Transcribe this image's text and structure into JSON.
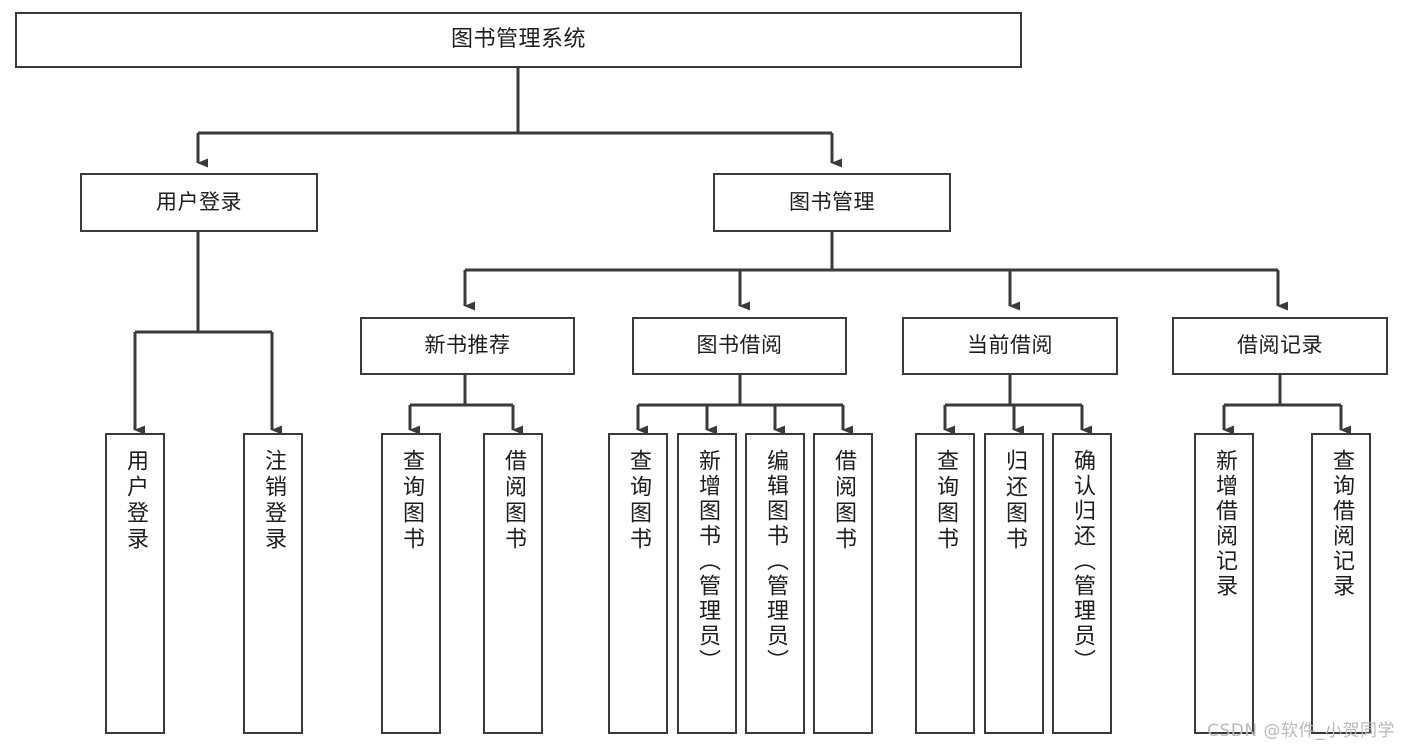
{
  "diagram": {
    "type": "tree",
    "title": "图书管理系统",
    "orientation": "top-down",
    "colors": {
      "background": "#ffffff",
      "stroke": "#3a3a3a",
      "node_fill": "#ffffff",
      "text": "#1d1d1d",
      "watermark": "#b9b9b9"
    },
    "nodes": {
      "root": {
        "label": "图书管理系统"
      },
      "level1": [
        {
          "label": "用户登录"
        },
        {
          "label": "图书管理"
        }
      ],
      "level2": [
        {
          "label": "新书推荐"
        },
        {
          "label": "图书借阅"
        },
        {
          "label": "当前借阅"
        },
        {
          "label": "借阅记录"
        }
      ],
      "leaves": {
        "user_login": [
          {
            "label": "用户登录"
          },
          {
            "label": "注销登录"
          }
        ],
        "new_book_recommend": [
          {
            "label": "查询图书"
          },
          {
            "label": "借阅图书"
          }
        ],
        "book_borrow": [
          {
            "label": "查询图书"
          },
          {
            "label": "新增图书（管理员）"
          },
          {
            "label": "编辑图书（管理员）"
          },
          {
            "label": "借阅图书"
          }
        ],
        "current_borrow": [
          {
            "label": "查询图书"
          },
          {
            "label": "归还图书"
          },
          {
            "label": "确认归还（管理员）"
          }
        ],
        "borrow_record": [
          {
            "label": "新增借阅记录"
          },
          {
            "label": "查询借阅记录"
          }
        ]
      }
    }
  },
  "watermark": {
    "text": "CSDN @软件_小贺同学"
  }
}
